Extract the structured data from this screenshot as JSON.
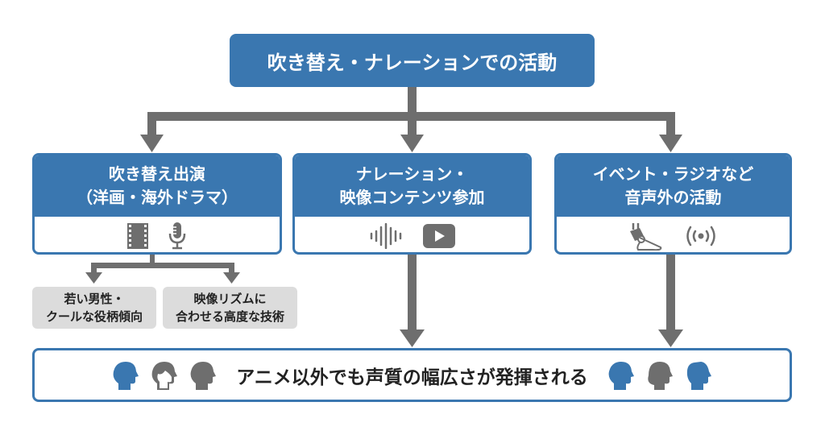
{
  "title": "吹き替え・ナレーションでの活動",
  "colors": {
    "primary": "#3a77b0",
    "arrow": "#6e6e6e",
    "sub_box": "#dcdcdc",
    "icon_gray": "#6e6e6e"
  },
  "cards": [
    {
      "line1": "吹き替え出演",
      "line2": "（洋画・海外ドラマ）",
      "icons": [
        "film-strip-icon",
        "microphone-icon"
      ]
    },
    {
      "line1": "ナレーション・",
      "line2": "映像コンテンツ参加",
      "icons": [
        "sound-wave-icon",
        "video-play-icon"
      ]
    },
    {
      "line1": "イベント・ラジオなど",
      "line2": "音声外の活動",
      "icons": [
        "spotlight-icon",
        "broadcast-icon"
      ]
    }
  ],
  "sub_boxes": [
    {
      "line1": "若い男性・",
      "line2": "クールな役柄傾向"
    },
    {
      "line1": "映像リズムに",
      "line2": "合わせる高度な技術"
    }
  ],
  "bottom": {
    "text": "アニメ以外でも声質の幅広さが発揮される",
    "left_icons": [
      "head-profile-blue-icon",
      "head-profile-outline-icon",
      "head-profile-gray-icon"
    ],
    "right_icons": [
      "head-profile-blue-icon",
      "head-profile-gray-icon",
      "head-profile-blue-icon"
    ]
  }
}
